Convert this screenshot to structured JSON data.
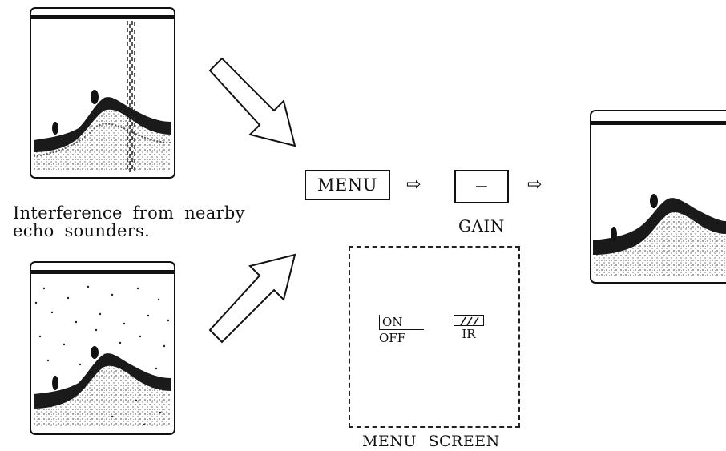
{
  "caption": {
    "line1": "Interference from nearby",
    "line2": "echo sounders."
  },
  "menu_button": {
    "label": "MENU"
  },
  "gain_button": {
    "label": "−"
  },
  "gain_label": "GAIN",
  "flow_arrows": [
    "⇨",
    "⇨"
  ],
  "menu_screen": {
    "title": "MENU SCREEN",
    "on_label": "ON",
    "off_label": "OFF",
    "ir_label": "IR",
    "ir_icon": "hatched-box-icon"
  },
  "screens": [
    {
      "name": "interference-screen-top",
      "pattern": "vertical-dashed-band"
    },
    {
      "name": "interference-screen-bottom",
      "pattern": "scattered-dots"
    },
    {
      "name": "clean-result-screen",
      "pattern": "none"
    }
  ]
}
